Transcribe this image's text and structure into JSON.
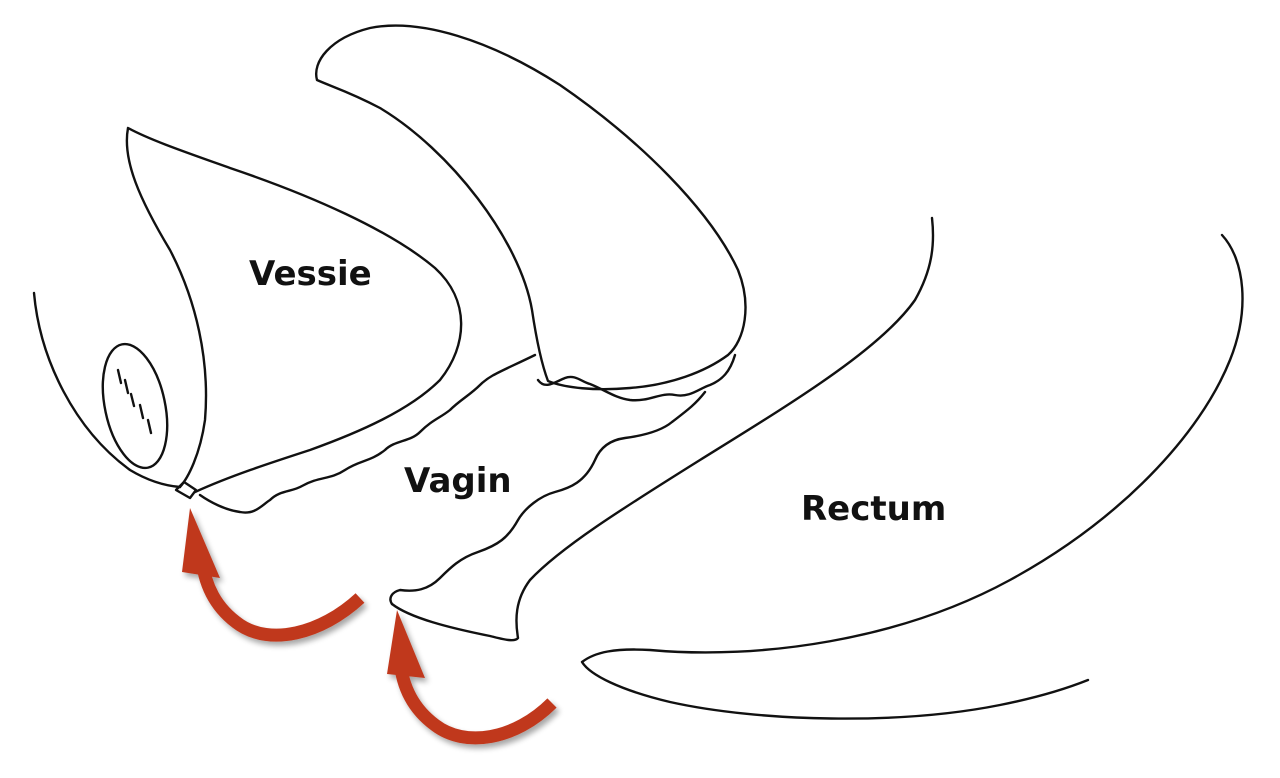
{
  "labels": {
    "bladder": "Vessie",
    "vagina": "Vagin",
    "rectum": "Rectum"
  },
  "colors": {
    "outline": "#111111",
    "arrow": "#c0391f",
    "background": "#ffffff"
  },
  "icons": {
    "arrow_urethra": "curved-arrow-icon",
    "arrow_vagina": "curved-arrow-icon"
  }
}
